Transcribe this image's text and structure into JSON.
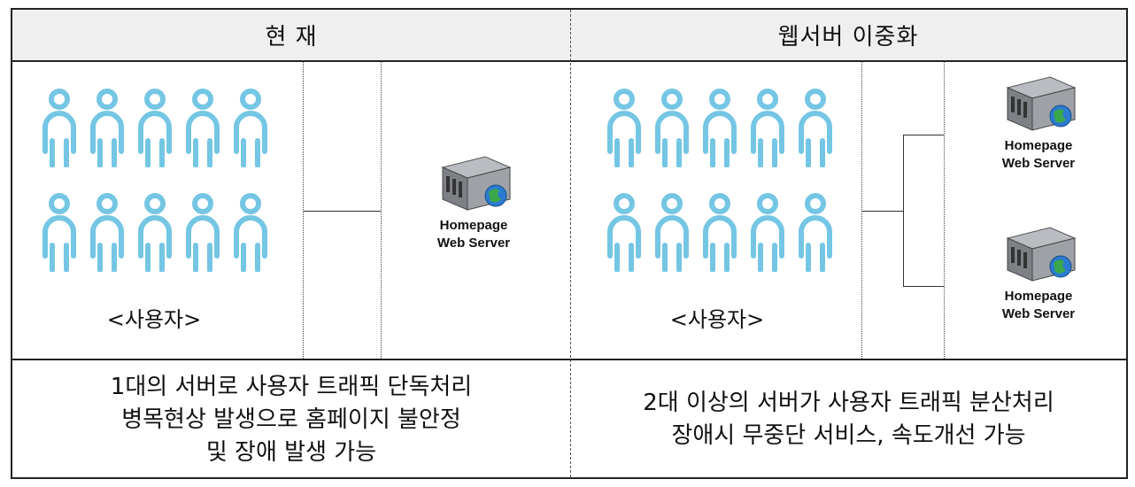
{
  "header": {
    "left": "현 재",
    "right": "웹서버 이중화"
  },
  "left": {
    "users_label": "<사용자>",
    "server": {
      "name_line1": "Homepage",
      "name_line2": "Web Server"
    },
    "description": [
      "1대의 서버로 사용자 트래픽 단독처리",
      "병목현상 발생으로 홈페이지 불안정",
      "및 장애 발생 가능"
    ]
  },
  "right": {
    "users_label": "<사용자>",
    "servers": [
      {
        "name_line1": "Homepage",
        "name_line2": "Web Server"
      },
      {
        "name_line1": "Homepage",
        "name_line2": "Web Server"
      }
    ],
    "description": [
      "2대 이상의 서버가 사용자 트래픽 분산처리",
      "장애시 무중단 서비스, 속도개선 가능"
    ]
  },
  "colors": {
    "user_icon": "#74c6e4",
    "border": "#222222",
    "header_bg": "#efefef"
  },
  "icons": [
    "user-icon",
    "server-icon"
  ]
}
